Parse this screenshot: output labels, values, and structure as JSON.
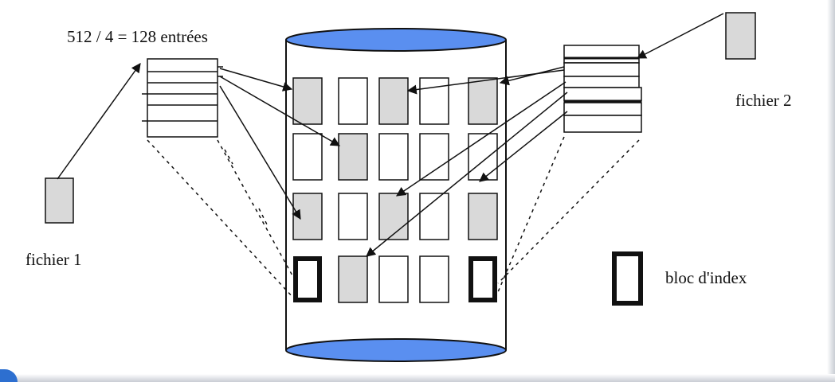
{
  "labels": {
    "entries": "512 / 4 = 128 entrées",
    "file1": "fichier 1",
    "file2": "fichier 2",
    "index_block": "bloc d'index"
  },
  "colors": {
    "disk_cap": "#5a8ff0",
    "block_used": "#d9d9d9",
    "block_free": "#ffffff",
    "stroke": "#111111",
    "corner_accent": "#2d6fd0"
  },
  "disk_blocks": [
    [
      "used",
      "free",
      "used",
      "free",
      "used"
    ],
    [
      "free",
      "used",
      "free",
      "free",
      "free"
    ],
    [
      "used",
      "free",
      "used",
      "free",
      "used"
    ],
    [
      "index",
      "used",
      "free",
      "free",
      "index"
    ]
  ]
}
